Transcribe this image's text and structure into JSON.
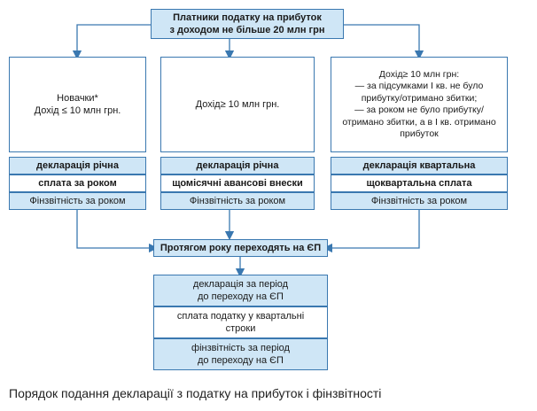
{
  "top": {
    "title": "Платники податку на прибуток\nз доходом не більше 20 млн грн"
  },
  "columns": [
    {
      "condition": "Новачки*\nДохід ≤ 10 млн грн.",
      "declaration": "декларація річна",
      "payment": "сплата за роком",
      "fin": "Фінзвітність за роком"
    },
    {
      "condition": "Дохід≥ 10 млн грн.",
      "declaration": "декларація річна",
      "payment": "щомісячні авансові внески",
      "fin": "Фінзвітність за роком"
    },
    {
      "condition": "Дохід≥ 10 млн грн:\n— за підсумками I кв. не було\nприбутку/отримано збитки;\n— за роком не було прибутку/\nотримано збитки, а в I кв. отримано\nприбуток",
      "declaration": "декларація квартальна",
      "payment": "щоквартальна сплата",
      "fin": "Фінзвітність за роком"
    }
  ],
  "ep": {
    "title": "Протягом року переходять на ЄП",
    "declaration": "декларація за період\nдо переходу на ЄП",
    "payment": "сплата податку у квартальні\nстроки",
    "fin": "фінзвітність за період\nдо переходу на ЄП"
  },
  "caption": "Порядок подання декларації з податку на прибуток і фінзвітності"
}
